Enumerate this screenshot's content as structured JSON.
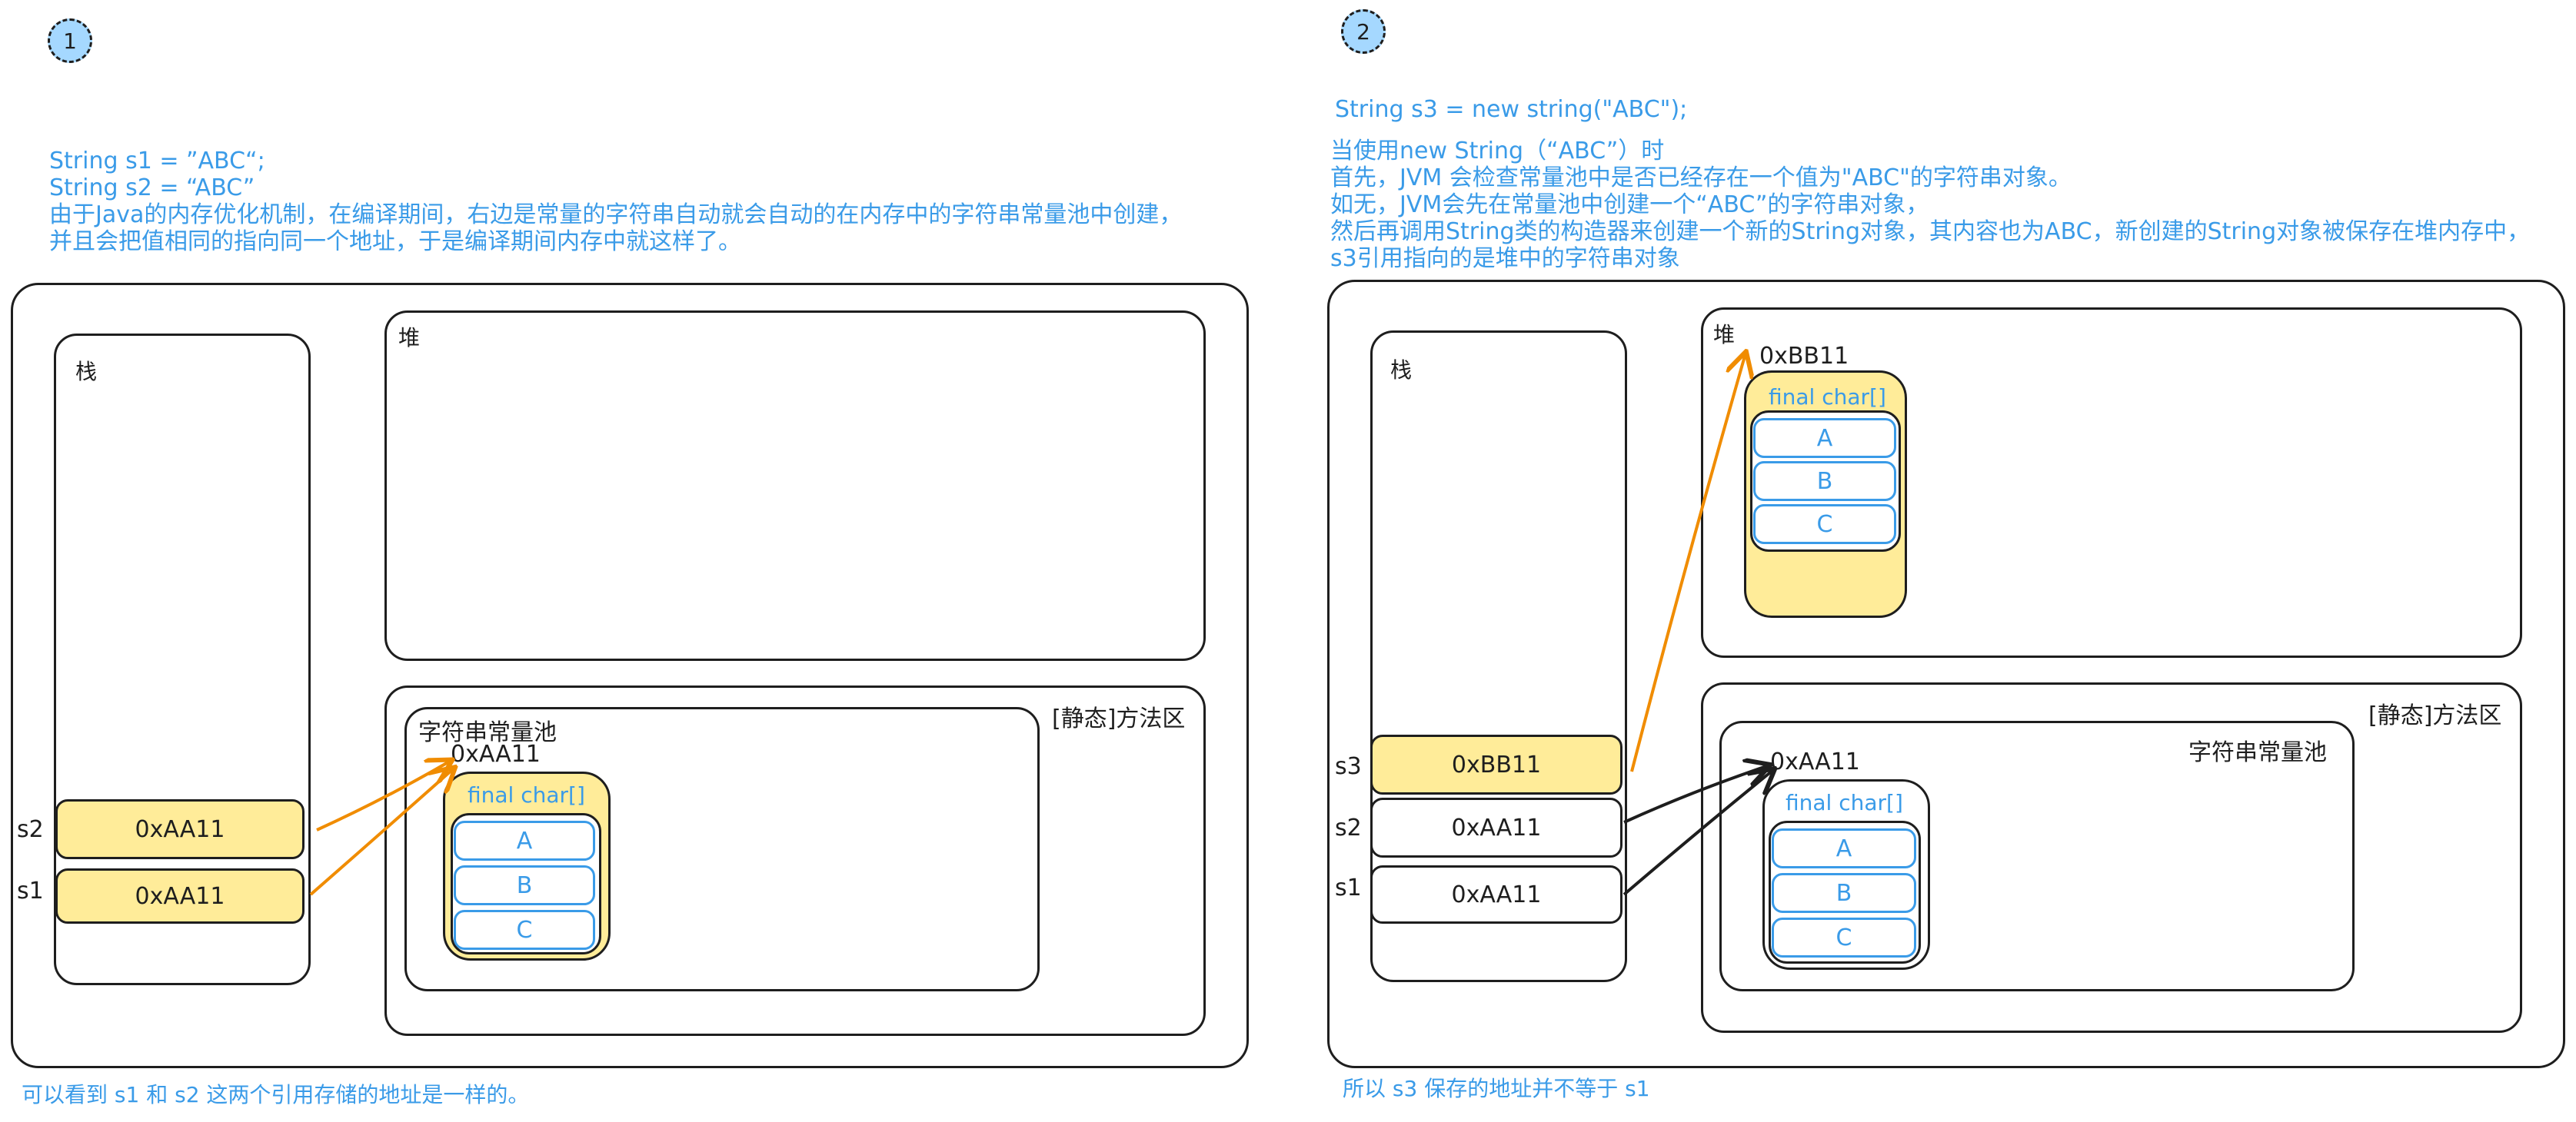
{
  "panel1": {
    "badge": "1",
    "code_line1": "String s1 = ”ABC“;",
    "code_line2": "String s2 = “ABC”",
    "desc_line1": "由于Java的内存优化机制，在编译期间，右边是常量的字符串自动就会自动的在内存中的字符串常量池中创建，",
    "desc_line2": "并且会把值相同的指向同一个地址，于是编译期间内存中就这样了。",
    "stack_label": "栈",
    "heap_label": "堆",
    "method_area_label": "[静态]方法区",
    "pool_label": "字符串常量池",
    "pool_address": "0xAA11",
    "array_label": "final char[]",
    "chars": [
      "A",
      "B",
      "C"
    ],
    "vars": [
      {
        "name": "s2",
        "value": "0xAA11"
      },
      {
        "name": "s1",
        "value": "0xAA11"
      }
    ],
    "footer": "可以看到 s1 和 s2 这两个引用存储的地址是一样的。"
  },
  "panel2": {
    "badge": "2",
    "code_line": "String s3 = new string(\"ABC\");",
    "desc_lines": [
      "当使用new String（“ABC”）时",
      "首先，JVM 会检查常量池中是否已经存在一个值为\"ABC\"的字符串对象。",
      "如无，JVM会先在常量池中创建一个“ABC”的字符串对象，",
      "然后再调用String类的构造器来创建一个新的String对象，其内容也为ABC，新创建的String对象被保存在堆内存中，",
      "s3引用指向的是堆中的字符串对象"
    ],
    "stack_label": "栈",
    "heap_label": "堆",
    "heap_address": "0xBB11",
    "heap_array_label": "final char[]",
    "heap_chars": [
      "A",
      "B",
      "C"
    ],
    "method_area_label": "[静态]方法区",
    "pool_label": "字符串常量池",
    "pool_address": "0xAA11",
    "pool_array_label": "final char[]",
    "pool_chars": [
      "A",
      "B",
      "C"
    ],
    "vars": [
      {
        "name": "s3",
        "value": "0xBB11"
      },
      {
        "name": "s2",
        "value": "0xAA11"
      },
      {
        "name": "s1",
        "value": "0xAA11"
      }
    ],
    "footer": "所以 s3 保存的地址并不等于 s1"
  },
  "colors": {
    "text_blue": "#3a9be8",
    "highlight_yellow": "#ffec99",
    "badge_blue": "#a5d8ff",
    "arrow_orange": "#f08c00",
    "stroke_dark": "#1e1e1e"
  }
}
